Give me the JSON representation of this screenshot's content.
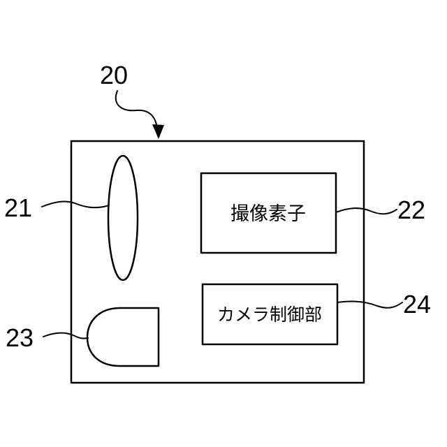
{
  "labels": {
    "camera": "20",
    "lens": "21",
    "sensor": "22",
    "unit23": "23",
    "controller": "24"
  },
  "boxes": {
    "sensor_text": "撮像素子",
    "controller_text": "カメラ制御部"
  }
}
